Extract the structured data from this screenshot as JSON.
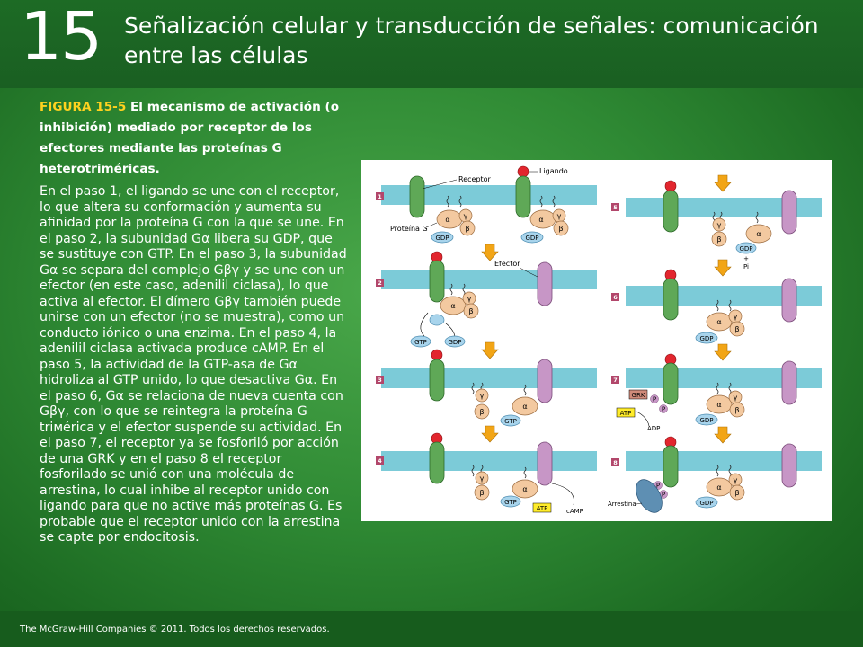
{
  "chapter": {
    "number": "15",
    "title": "Señalización celular y transducción de señales: comunicación entre las células"
  },
  "figure": {
    "label": "FIGURA 15-5",
    "title": "El mecanismo de activación (o inhibición) mediado por receptor de los efectores mediante las proteínas G heterotriméricas.",
    "caption": "En el paso 1, el ligando se une con el receptor, lo que altera su conformación y aumenta su afinidad por la proteína G con la que se une. En el paso 2, la subunidad Gα libera su GDP, que se sustituye con GTP. En el paso 3, la subunidad Gα se separa del complejo Gβγ y se une con un efector (en este caso, adenilil ciclasa), lo que activa al efector. El dímero Gβγ también puede unirse con un efector (no se muestra), como un conducto iónico o una enzima. En el paso 4, la adenilil ciclasa activada produce cAMP. En el paso 5, la actividad de la GTP-asa de Gα hidroliza al GTP unido, lo que desactiva Gα. En el paso 6, Gα se relaciona de nueva cuenta con Gβγ, con lo que se reintegra la proteína G triмérica y el efector suspende su actividad. En el paso 7, el receptor ya se fosforiló por acción de una GRK y en el paso 8 el receptor fosforilado se unió con una molécula de arrestina, lo cual inhibe al receptor unido con ligando para que no active más proteínas G. Es probable que el receptor unido con la arrestina se capte por endocitosis."
  },
  "diagram": {
    "labels": {
      "receptor": "Receptor",
      "ligand": "Ligando",
      "gprotein": "Proteína G",
      "effector": "Efector",
      "arrestin": "Arrestina",
      "grk": "GRK"
    },
    "molecules": {
      "gdp": "GDP",
      "gtp": "GTP",
      "atp": "ATP",
      "adp": "ADP",
      "camp": "cAMP",
      "pi": "Pi",
      "plus": "+",
      "p": "P"
    },
    "subunits": {
      "alpha": "α",
      "beta": "β",
      "gamma": "γ"
    },
    "steps": [
      "1",
      "2",
      "3",
      "4",
      "5",
      "6",
      "7",
      "8"
    ]
  },
  "footer": {
    "copyright": "The McGraw-Hill Companies © 2011. Todos los derechos reservados."
  },
  "colors": {
    "background": "#2f8a34",
    "header": "#1d6b25",
    "figure_label": "#ffd21f",
    "membrane": "#7ccbd8",
    "receptor": "#5fa857",
    "ligand": "#e2262e",
    "effector": "#c796c6",
    "gprotein": "#f3c9a0",
    "nucleotide": "#a8d4ec",
    "step_badge": "#b2476b"
  }
}
